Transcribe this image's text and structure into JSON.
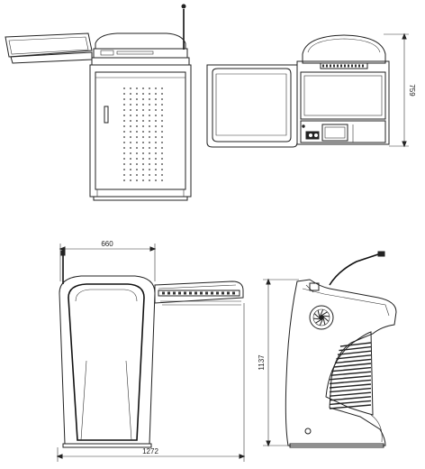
{
  "dimensions": {
    "top_right_height": "759",
    "bottom_left_depth": "660",
    "bottom_left_width": "1272",
    "bottom_right_height": "1137"
  },
  "colors": {
    "line": "#222222",
    "background": "#ffffff"
  },
  "icons": [
    "speaker-grille",
    "microphone",
    "fan-vent"
  ]
}
